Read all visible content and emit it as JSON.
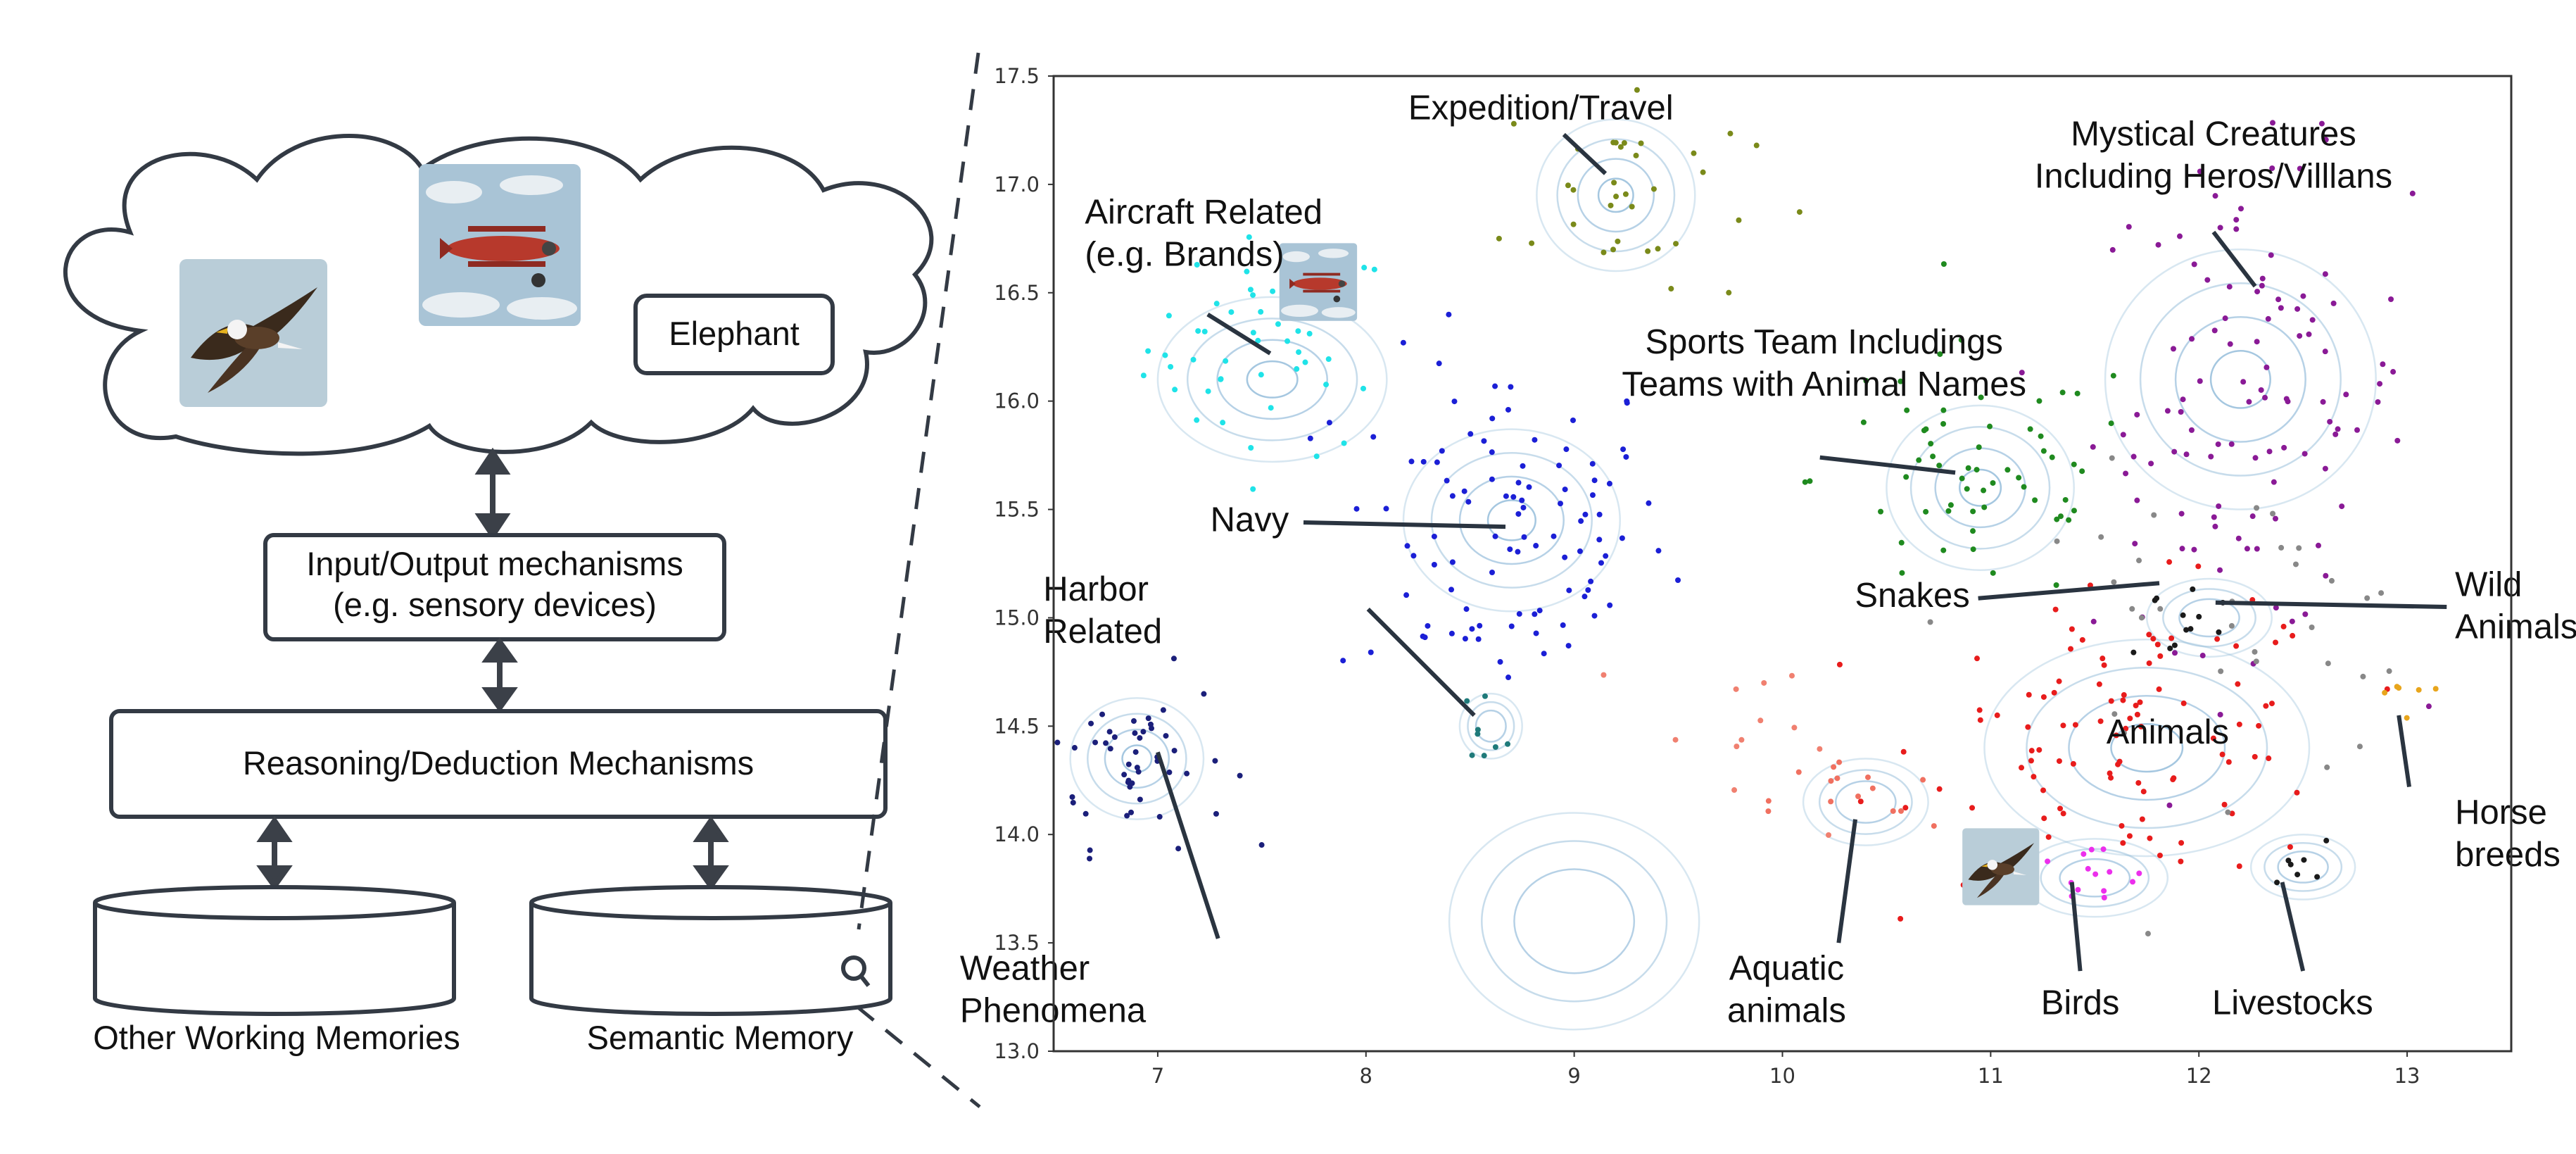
{
  "diagram": {
    "cloud": {
      "word_label": "Elephant"
    },
    "io_box": {
      "line1": "Input/Output mechanisms",
      "line2": "(e.g. sensory devices)"
    },
    "reasoning_box": {
      "label": "Reasoning/Deduction Mechanisms"
    },
    "memories": [
      {
        "label": "Other Working Memories"
      },
      {
        "label": "Semantic Memory"
      }
    ],
    "colors": {
      "stroke": "#333a44",
      "arrow": "#3b4048",
      "thumb_sky": "#b9cdd8"
    },
    "icons": [
      "eagle-thumbnail",
      "biplane-thumbnail",
      "magnifier-icon"
    ]
  },
  "chart_data": {
    "type": "scatter",
    "title": "",
    "xlabel": "",
    "ylabel": "",
    "xlim": [
      6.5,
      13.5
    ],
    "ylim": [
      13.0,
      17.5
    ],
    "x_ticks": [
      "7",
      "8",
      "9",
      "10",
      "11",
      "12",
      "13"
    ],
    "y_ticks": [
      "13.0",
      "13.5",
      "14.0",
      "14.5",
      "15.0",
      "15.5",
      "16.0",
      "16.5",
      "17.0",
      "17.5"
    ],
    "grid": false,
    "contour_color": "#8fb9d8",
    "clusters": [
      {
        "color": "#1fe3e8",
        "cx": 7.55,
        "cy": 16.25,
        "sx": 0.3,
        "sy": 0.25,
        "n": 50
      },
      {
        "color": "#1b1fd6",
        "cx": 8.65,
        "cy": 15.4,
        "sx": 0.4,
        "sy": 0.4,
        "n": 100
      },
      {
        "color": "#1b1f7a",
        "cx": 6.9,
        "cy": 14.35,
        "sx": 0.22,
        "sy": 0.2,
        "n": 50
      },
      {
        "color": "#7a8a1a",
        "cx": 9.25,
        "cy": 16.95,
        "sx": 0.3,
        "sy": 0.28,
        "n": 35
      },
      {
        "color": "#8a1a96",
        "cx": 12.25,
        "cy": 16.0,
        "sx": 0.38,
        "sy": 0.55,
        "n": 110
      },
      {
        "color": "#1f8a1f",
        "cx": 10.95,
        "cy": 15.65,
        "sx": 0.4,
        "sy": 0.3,
        "n": 60
      },
      {
        "color": "#e81c1c",
        "cx": 11.7,
        "cy": 14.45,
        "sx": 0.5,
        "sy": 0.33,
        "n": 100
      },
      {
        "color": "#1a1a1a",
        "cx": 11.9,
        "cy": 15.0,
        "sx": 0.15,
        "sy": 0.12,
        "n": 12
      },
      {
        "color": "#888888",
        "cx": 12.1,
        "cy": 14.95,
        "sx": 0.6,
        "sy": 0.35,
        "n": 35
      },
      {
        "color": "#1f7a7a",
        "cx": 8.58,
        "cy": 14.5,
        "sx": 0.06,
        "sy": 0.08,
        "n": 8
      },
      {
        "color": "#e8a51c",
        "cx": 12.95,
        "cy": 14.65,
        "sx": 0.08,
        "sy": 0.05,
        "n": 6
      },
      {
        "color": "#1a1a1a",
        "cx": 12.45,
        "cy": 13.85,
        "sx": 0.08,
        "sy": 0.06,
        "n": 7
      },
      {
        "color": "#ec2fec",
        "cx": 11.45,
        "cy": 13.8,
        "sx": 0.18,
        "sy": 0.08,
        "n": 14
      },
      {
        "color": "#f07060",
        "cx": 10.35,
        "cy": 14.15,
        "sx": 0.2,
        "sy": 0.12,
        "n": 15
      },
      {
        "color": "#f08070",
        "cx": 9.9,
        "cy": 14.45,
        "sx": 0.45,
        "sy": 0.25,
        "n": 12
      }
    ],
    "contours": [
      {
        "cx": 7.55,
        "cy": 16.1,
        "rx": 0.55,
        "ry": 0.38,
        "levels": 4
      },
      {
        "cx": 8.7,
        "cy": 15.45,
        "rx": 0.52,
        "ry": 0.42,
        "levels": 4
      },
      {
        "cx": 6.9,
        "cy": 14.35,
        "rx": 0.32,
        "ry": 0.28,
        "levels": 4
      },
      {
        "cx": 9.2,
        "cy": 16.95,
        "rx": 0.38,
        "ry": 0.35,
        "levels": 4
      },
      {
        "cx": 12.2,
        "cy": 16.1,
        "rx": 0.65,
        "ry": 0.6,
        "levels": 4
      },
      {
        "cx": 10.95,
        "cy": 15.6,
        "rx": 0.45,
        "ry": 0.38,
        "levels": 4
      },
      {
        "cx": 11.75,
        "cy": 14.4,
        "rx": 0.78,
        "ry": 0.5,
        "levels": 4
      },
      {
        "cx": 8.6,
        "cy": 14.5,
        "rx": 0.15,
        "ry": 0.15,
        "levels": 3
      },
      {
        "cx": 9.0,
        "cy": 13.6,
        "rx": 0.6,
        "ry": 0.5,
        "levels": 3
      },
      {
        "cx": 10.4,
        "cy": 14.15,
        "rx": 0.3,
        "ry": 0.2,
        "levels": 3
      },
      {
        "cx": 11.5,
        "cy": 13.8,
        "rx": 0.35,
        "ry": 0.18,
        "levels": 3
      },
      {
        "cx": 12.5,
        "cy": 13.85,
        "rx": 0.25,
        "ry": 0.15,
        "levels": 3
      },
      {
        "cx": 12.05,
        "cy": 15.0,
        "rx": 0.3,
        "ry": 0.18,
        "levels": 3
      }
    ],
    "annotations": [
      {
        "lines": [
          "Expedition/Travel"
        ],
        "anchor": "middle",
        "tx": 8.84,
        "ty": 17.3,
        "lx1": 8.95,
        "ly1": 17.23,
        "lx2": 9.15,
        "ly2": 17.05
      },
      {
        "lines": [
          "Mystical Creatures",
          "Including Heros/Villlans"
        ],
        "anchor": "middle",
        "tx": 12.07,
        "ty": 17.18,
        "lx1": 12.07,
        "ly1": 16.78,
        "lx2": 12.27,
        "ly2": 16.53
      },
      {
        "lines": [
          "Aircraft Related",
          "(e.g. Brands)"
        ],
        "anchor": "start",
        "tx": 6.65,
        "ty": 16.82,
        "lx1": 7.24,
        "ly1": 16.4,
        "lx2": 7.54,
        "ly2": 16.22
      },
      {
        "lines": [
          "Sports Team Includings",
          "Teams with Animal Names"
        ],
        "anchor": "middle",
        "tx": 10.2,
        "ty": 16.22,
        "lx1": 10.18,
        "ly1": 15.74,
        "lx2": 10.83,
        "ly2": 15.67
      },
      {
        "lines": [
          "Navy"
        ],
        "anchor": "end",
        "tx": 7.63,
        "ty": 15.4,
        "lx1": 7.7,
        "ly1": 15.44,
        "lx2": 8.67,
        "ly2": 15.42
      },
      {
        "lines": [
          "Harbor",
          "Related"
        ],
        "anchor": "start",
        "tx": 6.45,
        "ty": 15.08,
        "lx1": 8.01,
        "ly1": 15.04,
        "lx2": 8.52,
        "ly2": 14.55
      },
      {
        "lines": [
          "Snakes"
        ],
        "anchor": "end",
        "tx": 10.9,
        "ty": 15.05,
        "lx1": 10.94,
        "ly1": 15.09,
        "lx2": 11.81,
        "ly2": 15.16
      },
      {
        "lines": [
          "Wild",
          "Animals"
        ],
        "anchor": "start",
        "tx": 13.23,
        "ty": 15.1,
        "lx1": 13.19,
        "ly1": 15.05,
        "lx2": 12.08,
        "ly2": 15.07
      },
      {
        "lines": [
          "Animals"
        ],
        "anchor": "middle",
        "tx": 11.85,
        "ty": 14.42,
        "lx1": null,
        "ly1": null,
        "lx2": null,
        "ly2": null
      },
      {
        "lines": [
          "Horse",
          "breeds"
        ],
        "anchor": "start",
        "tx": 13.23,
        "ty": 14.05,
        "lx1": 12.96,
        "ly1": 14.55,
        "lx2": 13.01,
        "ly2": 14.22
      },
      {
        "lines": [
          "Weather",
          "Phenomena"
        ],
        "anchor": "start",
        "tx": 6.05,
        "ty": 13.33,
        "lx1": 7.29,
        "ly1": 13.52,
        "lx2": 7.0,
        "ly2": 14.38
      },
      {
        "lines": [
          "Aquatic",
          "animals"
        ],
        "anchor": "middle",
        "tx": 10.02,
        "ty": 13.33,
        "lx1": 10.27,
        "ly1": 13.5,
        "lx2": 10.35,
        "ly2": 14.07
      },
      {
        "lines": [
          "Birds"
        ],
        "anchor": "middle",
        "tx": 11.43,
        "ty": 13.17,
        "lx1": 11.43,
        "ly1": 13.37,
        "lx2": 11.39,
        "ly2": 13.78
      },
      {
        "lines": [
          "Livestocks"
        ],
        "anchor": "middle",
        "tx": 12.45,
        "ty": 13.17,
        "lx1": 12.5,
        "ly1": 13.37,
        "lx2": 12.4,
        "ly2": 13.78
      }
    ],
    "thumbnails": [
      {
        "icon": "biplane-thumbnail",
        "x": 7.77,
        "y": 16.55
      },
      {
        "icon": "eagle-thumbnail",
        "x": 11.05,
        "y": 13.85
      }
    ]
  }
}
